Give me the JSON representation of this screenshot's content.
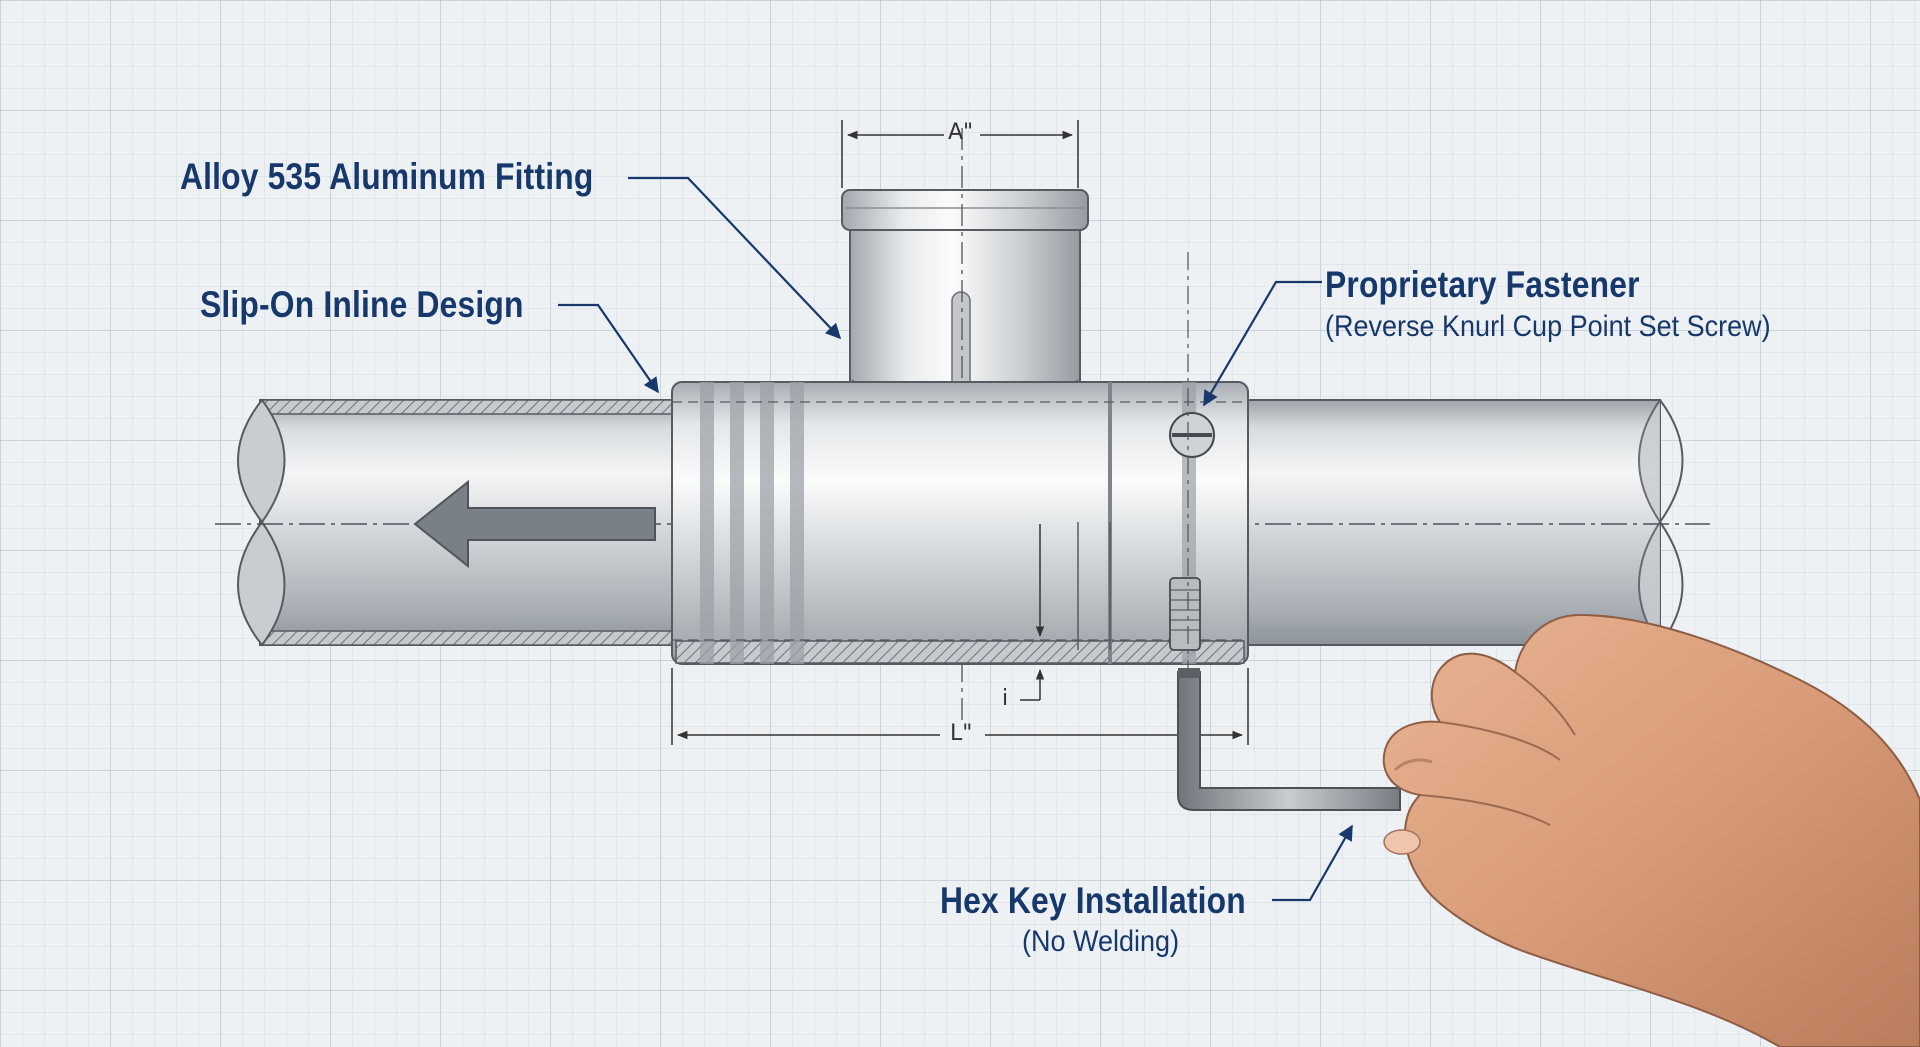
{
  "callouts": {
    "fitting": "Alloy 535 Aluminum Fitting",
    "slip_on": "Slip-On Inline Design",
    "fastener_title": "Proprietary Fastener",
    "fastener_sub": "(Reverse Knurl Cup Point Set Screw)",
    "hexkey_title": "Hex Key Installation",
    "hexkey_sub": "(No Welding)"
  },
  "dimensions": {
    "a": "A\"",
    "l": "L\"",
    "i": "i"
  },
  "colors": {
    "label": "#17386b",
    "grid": "#c9d3de",
    "background": "#eef1f4",
    "metal": "#d3d7db",
    "arrow": "#7a8088"
  }
}
